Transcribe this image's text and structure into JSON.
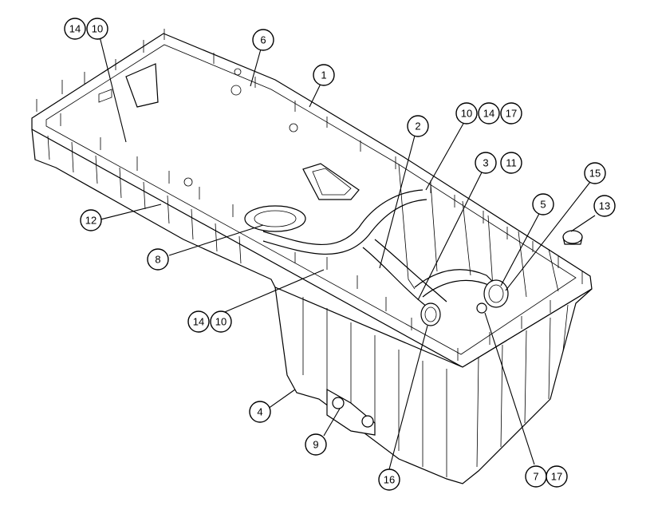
{
  "callouts": {
    "c1": "1",
    "c2": "2",
    "c3": "3",
    "c4": "4",
    "c5": "5",
    "c6": "6",
    "c7": "7",
    "c8": "8",
    "c9": "9",
    "c10": "10",
    "c11": "11",
    "c12": "12",
    "c13": "13",
    "c14": "14",
    "c15": "15",
    "c16": "16",
    "c17": "17"
  },
  "colors": {
    "ink": "#000000",
    "paper": "#ffffff"
  }
}
